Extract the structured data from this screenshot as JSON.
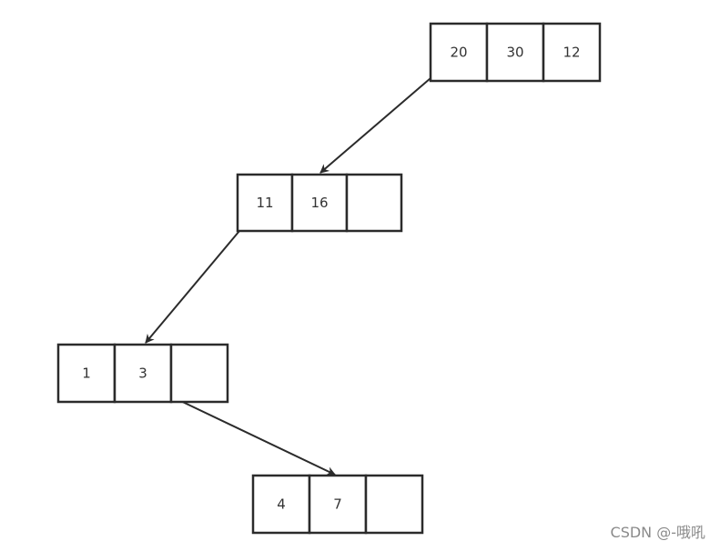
{
  "nodes": [
    {
      "id": "n1",
      "cells": [
        "20",
        "30",
        "12"
      ]
    },
    {
      "id": "n2",
      "cells": [
        "11",
        "16",
        ""
      ]
    },
    {
      "id": "n3",
      "cells": [
        "1",
        "3",
        ""
      ]
    },
    {
      "id": "n4",
      "cells": [
        "4",
        "7",
        ""
      ]
    }
  ],
  "edges": [
    {
      "from": "n1",
      "to": "n2"
    },
    {
      "from": "n2",
      "to": "n3"
    },
    {
      "from": "n3",
      "to": "n4"
    }
  ],
  "watermark": "CSDN @-哦吼",
  "colors": {
    "stroke": "#2b2b2b",
    "text": "#333333",
    "watermark": "#8a8a8a"
  }
}
